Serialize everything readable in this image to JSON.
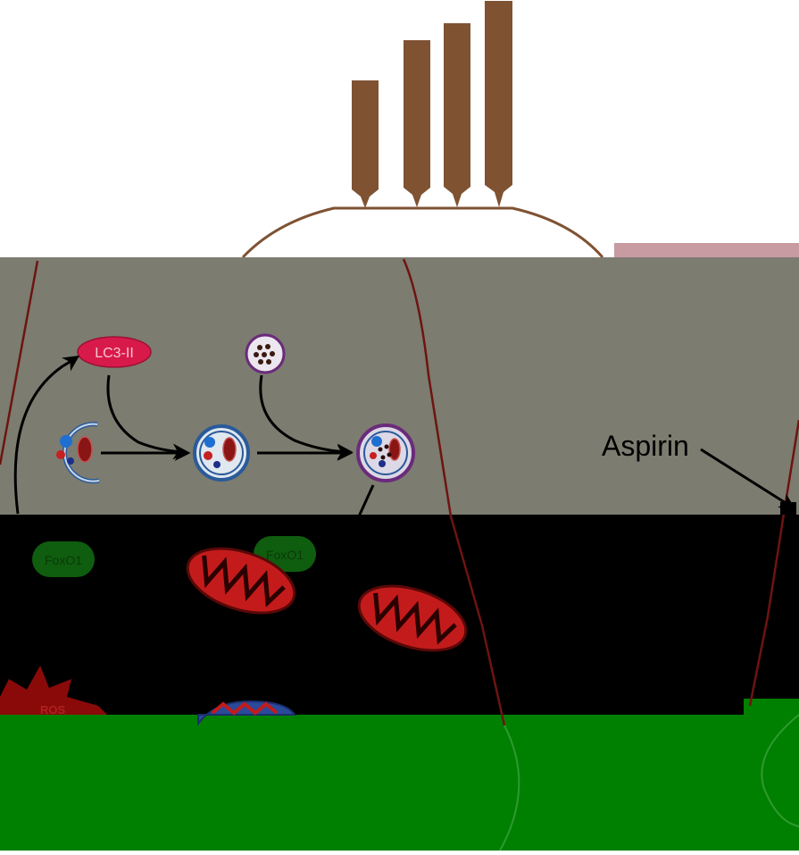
{
  "labels": {
    "lc3": "LC3-II",
    "aspirin": "Aspirin",
    "foxo1_left": "FoxO1",
    "foxo1_right": "FoxO1",
    "ros": "ROS"
  },
  "colors": {
    "background": "#ffffff",
    "tissue_gray": "#7c7c70",
    "dark_band": "#000000",
    "green_band": "#008000",
    "cilia_brown": "#7f5232",
    "membrane_red": "#6e1410",
    "lc3_fill": "#d81a4a",
    "vesicle_blue": "#2a5a9a",
    "lysosome_purple": "#6a2b7a",
    "mito_red": "#c31b1b",
    "foxo1_green": "#0f5d0f",
    "ros_red": "#8a0a0a",
    "arrow": "#000000",
    "accent_pink": "#c89aa2"
  },
  "icons": [
    "cilia-bars",
    "autophagosome-icon",
    "lysosome-icon",
    "autolysosome-icon",
    "mitochondrion-icon",
    "ros-burst-icon"
  ]
}
